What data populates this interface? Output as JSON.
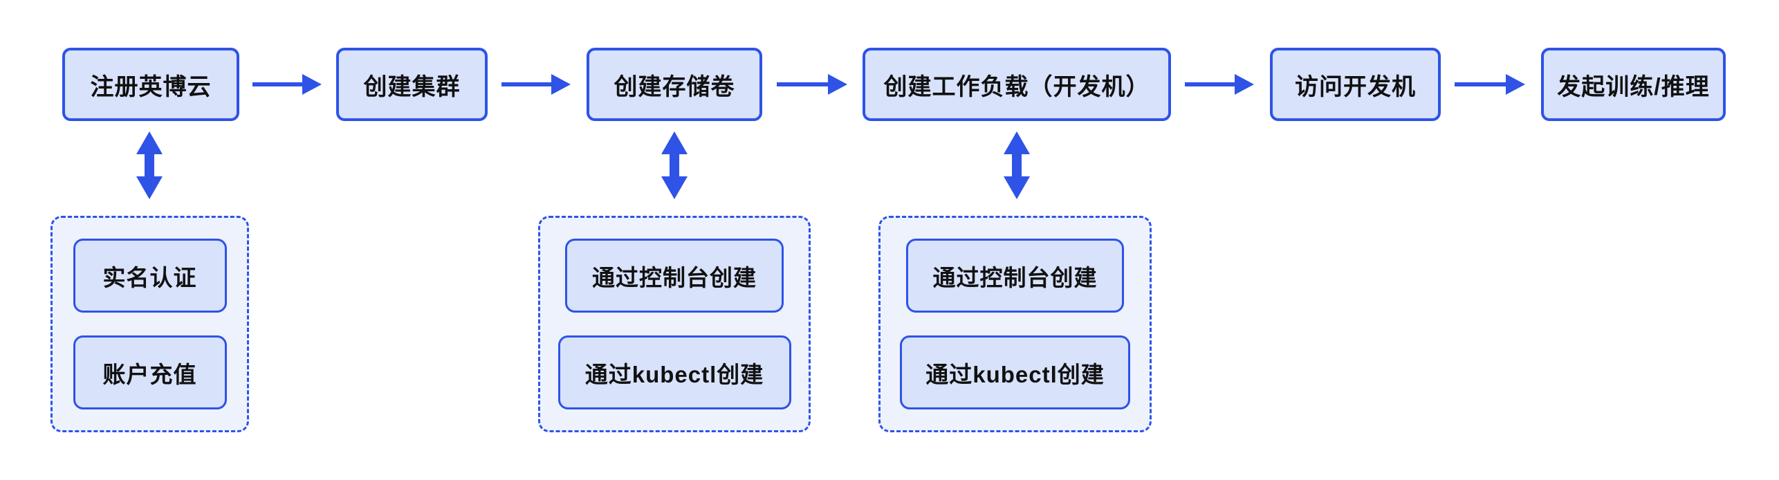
{
  "flow": {
    "steps": [
      {
        "id": "register",
        "label": "注册英博云"
      },
      {
        "id": "create-cluster",
        "label": "创建集群"
      },
      {
        "id": "create-volume",
        "label": "创建存储卷"
      },
      {
        "id": "create-workload",
        "label": "创建工作负载（开发机）"
      },
      {
        "id": "access-devbox",
        "label": "访问开发机"
      },
      {
        "id": "start-training",
        "label": "发起训练/推理"
      }
    ],
    "connectors": {
      "horizontal_arrow": "arrow-right",
      "vertical_arrow": "double-headed-arrow"
    },
    "groups": [
      {
        "attached_to": "注册英博云",
        "items": [
          {
            "label": "实名认证"
          },
          {
            "label": "账户充值"
          }
        ]
      },
      {
        "attached_to": "创建存储卷",
        "items": [
          {
            "label": "通过控制台创建"
          },
          {
            "label": "通过kubectl创建"
          }
        ]
      },
      {
        "attached_to": "创建工作负载（开发机）",
        "items": [
          {
            "label": "通过控制台创建"
          },
          {
            "label": "通过kubectl创建"
          }
        ]
      }
    ],
    "colors": {
      "accent_blue": "#2e53e6",
      "node_fill": "#d8e2fb",
      "group_fill": "#edf2fd",
      "text": "#111111",
      "background": "#ffffff"
    }
  }
}
